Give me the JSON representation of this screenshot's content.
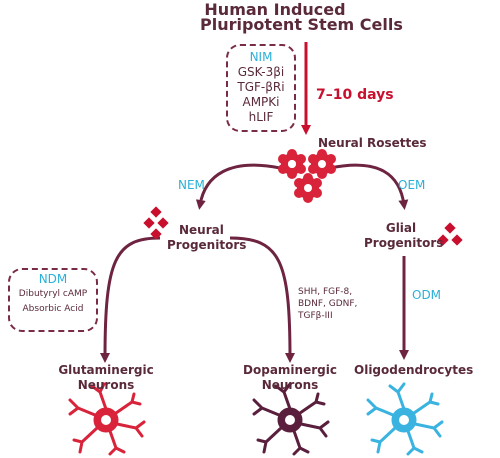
{
  "top": {
    "line1": "Human Induced",
    "line2": "Pluripotent Stem Cells"
  },
  "nim": {
    "title": "NIM",
    "items": [
      "GSK-3βi",
      "TGF-βRi",
      "AMPKi",
      "hLIF"
    ]
  },
  "duration": "7–10 days",
  "rosettes": "Neural Rosettes",
  "nem": "NEM",
  "oem": "OEM",
  "neural_progenitors": {
    "line1": "Neural",
    "line2": "Progenitors"
  },
  "glial_progenitors": {
    "line1": "Glial",
    "line2": "Progenitors"
  },
  "ndm": {
    "title": "NDM",
    "items": [
      "Dibutyryl cAMP",
      "Absorbic Acid"
    ]
  },
  "factors": [
    "SHH, FGF-8,",
    "BDNF, GDNF,",
    "TGFβ-III"
  ],
  "odm": "ODM",
  "glutaminergic": {
    "line1": "Glutaminergic",
    "line2": "Neurons"
  },
  "dopaminergic": {
    "line1": "Dopaminergic",
    "line2": "Neurons"
  },
  "oligodendrocytes": "Oligodendrocytes",
  "colors": {
    "arrow_red": "#c8102e",
    "arrow_dark": "#6e2440",
    "cyan": "#2bb0d8",
    "text_dark": "#5a2a3a",
    "neuron_red": "#d8233a",
    "neuron_dark": "#5a1f3c",
    "neuron_blue": "#3bb3e0"
  }
}
